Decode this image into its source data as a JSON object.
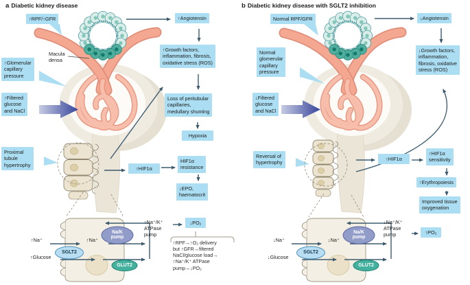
{
  "figure": {
    "panel_a": {
      "panel_label": "a",
      "title": "Diabetic kidney disease",
      "labels": {
        "rpf": "↑RPF/↑GFR",
        "macula_densa": "Macula\ndensa",
        "glomerular_pressure": "↑Glomerular\ncapillary\npressure",
        "filtered_load": "↑Filtered\nglucose\nand NaCl",
        "tubule_state": "Proximal\ntubule\nhypertrophy",
        "angiotensin": "↑Angiotensin",
        "growth_factors": "↑Growth factors,\ninflammation, fibrosis,\noxidative stress (ROS)",
        "peritubular_loss": "Loss of peritubular\ncapillaries,\nmedullary shunting",
        "hypoxia": "Hypoxia",
        "hif1a": "↑HIF1α",
        "hif1a_outcome": "HIF1α\nresistance",
        "epo": "↓EPO,\nhaematocrit"
      },
      "cell": {
        "na_outside": "↑Na⁺",
        "na_inside": "↑Na⁺",
        "glucose": "↑Glucose",
        "sglt2": "SGLT2",
        "glut2": "GLUT2",
        "nak_pump": "Na/K\npump",
        "atpase": "↑Na⁺/K⁺\nATPase\npump",
        "po2": "↓PO₂",
        "note": "↑RPF→↑O₂ delivery\nbut ↑GFR→filtered\nNaCl/glucose load→\n↑Na⁺/K⁺ ATPase\npump→↓PO₂"
      }
    },
    "panel_b": {
      "panel_label": "b",
      "title": "Diabetic kidney disease with SGLT2 inhibition",
      "labels": {
        "rpf": "Normal RPF/GFR",
        "glomerular_pressure": "Normal\nglomerular\ncapillary\npressure",
        "filtered_load": "↓Filtered\nglucose\nand NaCl",
        "tubule_state": "Reversal of\nhypertrophy",
        "angiotensin": "↓Angiotensin",
        "growth_factors": "↓Growth factors,\ninflammation,\nfibrosis, oxidative\nstress (ROS)",
        "hif1a": "↑HIF1α",
        "hif1a_outcome": "↑HIF1α\nsensitivity",
        "erythropoiesis": "↑Erythropoiesis",
        "oxygenation": "Improved tissue\noxygenation"
      },
      "cell": {
        "na_outside": "↓Na⁺",
        "na_inside": "↓Na⁺",
        "glucose": "↓Glucose",
        "sglt2": "SGLT2",
        "glut2": "GLUT2",
        "nak_pump": "Na/K\npump",
        "atpase": "↓Na⁺/K⁺\nATPase\npump",
        "po2": "↑PO₂"
      }
    },
    "colors": {
      "label_box_blue": "#abdef2",
      "arrow_dark": "#3c5a6d",
      "vessel_salmon": "#f4a892",
      "capsule_beige": "#f0ebe1",
      "pump_purple": "#929cc9",
      "sglt2_blue": "#b9def2",
      "glut2_teal": "#44b09e",
      "macula_teal": "#4fae9d",
      "big_arrow_navy": "#3a4a99"
    }
  }
}
